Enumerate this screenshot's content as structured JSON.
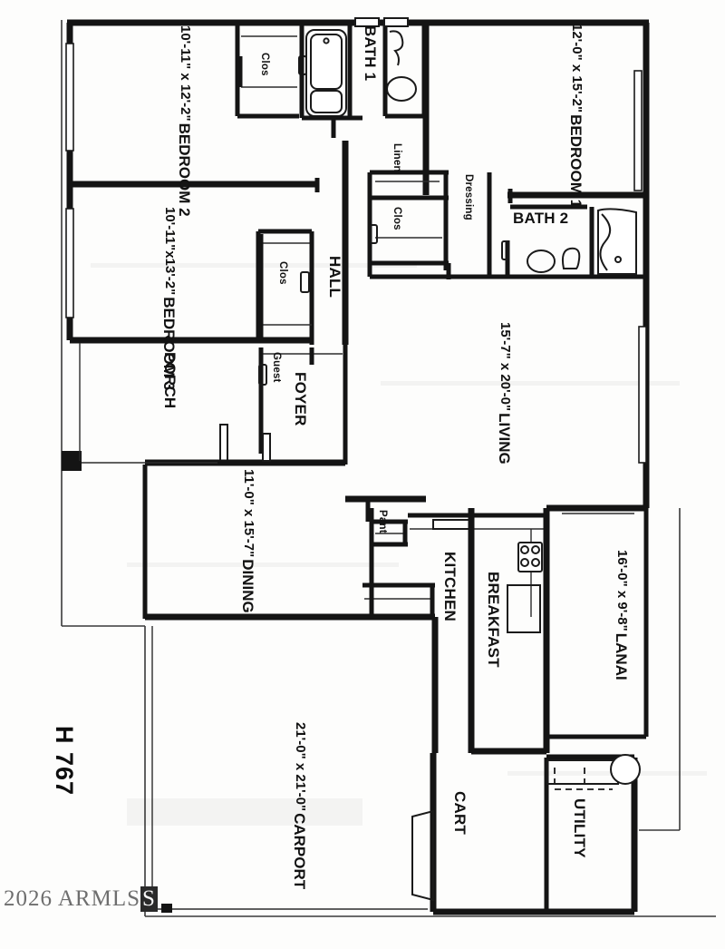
{
  "document": {
    "type": "residential-floor-plan",
    "plan_code": "H 767",
    "watermark_text": "2026 ARMLS",
    "watermark_badge": "S",
    "ink_color": "#121212",
    "paper_color": "#fdfdfc"
  },
  "rooms": [
    {
      "key": "bedroom2",
      "name": "BEDROOM 2",
      "dim": "10'-11\" x 12'-2\""
    },
    {
      "key": "bedroom3",
      "name": "BEDROOM 3",
      "dim": "10'-11\"x13'-2\""
    },
    {
      "key": "bedroom1",
      "name": "BEDROOM 1",
      "dim": "12'-0\" x 15'-2\""
    },
    {
      "key": "bath1",
      "name": "BATH 1",
      "dim": ""
    },
    {
      "key": "bath2",
      "name": "BATH 2",
      "dim": ""
    },
    {
      "key": "living",
      "name": "LIVING",
      "dim": "15'-7\" x 20'-0\""
    },
    {
      "key": "dining",
      "name": "DINING",
      "dim": "11'-0\" x 15'-7\""
    },
    {
      "key": "kitchen",
      "name": "KITCHEN",
      "dim": ""
    },
    {
      "key": "breakfast",
      "name": "BREAKFAST",
      "dim": ""
    },
    {
      "key": "lanai",
      "name": "LANAI",
      "dim": "16'-0\" x 9'-8\""
    },
    {
      "key": "carport",
      "name": "CARPORT",
      "dim": "21'-0\" x 21'-0\""
    },
    {
      "key": "utility",
      "name": "UTILITY",
      "dim": ""
    },
    {
      "key": "porch",
      "name": "PORCH",
      "dim": ""
    },
    {
      "key": "foyer",
      "name": "FOYER",
      "dim": ""
    },
    {
      "key": "hall",
      "name": "HALL",
      "dim": ""
    },
    {
      "key": "cart",
      "name": "CART",
      "dim": ""
    }
  ],
  "labels": {
    "bedroom2_name": "BEDROOM 2",
    "bedroom2_dim": "10'-11\" x 12'-2\"",
    "bedroom3_name": "BEDROOM 3",
    "bedroom3_dim": "10'-11\"x13'-2\"",
    "bedroom1_name": "BEDROOM 1",
    "bedroom1_dim": "12'-0\" x 15'-2\"",
    "bath1": "BATH 1",
    "bath2": "BATH 2",
    "living_name": "LIVING",
    "living_dim": "15'-7\" x 20'-0\"",
    "dining_name": "DINING",
    "dining_dim": "11'-0\" x 15'-7\"",
    "kitchen": "KITCHEN",
    "breakfast": "BREAKFAST",
    "lanai_name": "LANAI",
    "lanai_dim": "16'-0\" x 9'-8\"",
    "carport_name": "CARPORT",
    "carport_dim": "21'-0\" x 21'-0\"",
    "utility": "UTILITY",
    "porch": "PORCH",
    "foyer": "FOYER",
    "hall": "HALL",
    "cart": "CART",
    "closet_bed2": "Clos",
    "closet_bed3": "Clos",
    "closet_master": "Clos",
    "linen": "Linen",
    "dressing": "Dressing",
    "guest": "Guest",
    "pantry": "Pant"
  }
}
